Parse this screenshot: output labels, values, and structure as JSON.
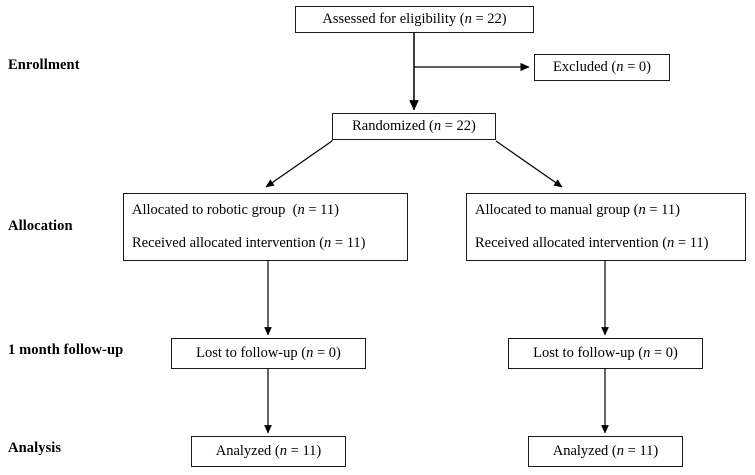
{
  "diagram": {
    "type": "consort-flow-diagram",
    "colors": {
      "background": "#ffffff",
      "box_border": "#1a1a1a",
      "text": "#000000",
      "connector": "#000000"
    },
    "stage_labels": [
      {
        "id": "enrollment",
        "text": "Enrollment"
      },
      {
        "id": "allocation",
        "text": "Allocation"
      },
      {
        "id": "followup",
        "text": "1 month follow-up"
      },
      {
        "id": "analysis",
        "text": "Analysis"
      }
    ],
    "nodes": {
      "assessed": {
        "lines": [
          "Assessed for eligibility (n = 22)"
        ]
      },
      "excluded": {
        "lines": [
          "Excluded (n = 0)"
        ]
      },
      "randomized": {
        "lines": [
          "Randomized (n = 22)"
        ]
      },
      "allocated_robotic": {
        "lines": [
          "Allocated to robotic group  (n = 11)",
          "Received allocated intervention (n = 11)"
        ]
      },
      "allocated_manual": {
        "lines": [
          "Allocated to manual group (n = 11)",
          "Received allocated intervention (n = 11)"
        ]
      },
      "lost_robotic": {
        "lines": [
          "Lost to follow-up (n = 0)"
        ]
      },
      "lost_manual": {
        "lines": [
          "Lost to follow-up (n = 0)"
        ]
      },
      "analyzed_robotic": {
        "lines": [
          "Analyzed (n = 11)"
        ]
      },
      "analyzed_manual": {
        "lines": [
          "Analyzed (n = 11)"
        ]
      }
    },
    "counts": {
      "assessed": 22,
      "excluded": 0,
      "randomized": 22,
      "allocated_robotic": 11,
      "received_robotic": 11,
      "allocated_manual": 11,
      "received_manual": 11,
      "lost_robotic": 0,
      "lost_manual": 0,
      "analyzed_robotic": 11,
      "analyzed_manual": 11
    }
  }
}
